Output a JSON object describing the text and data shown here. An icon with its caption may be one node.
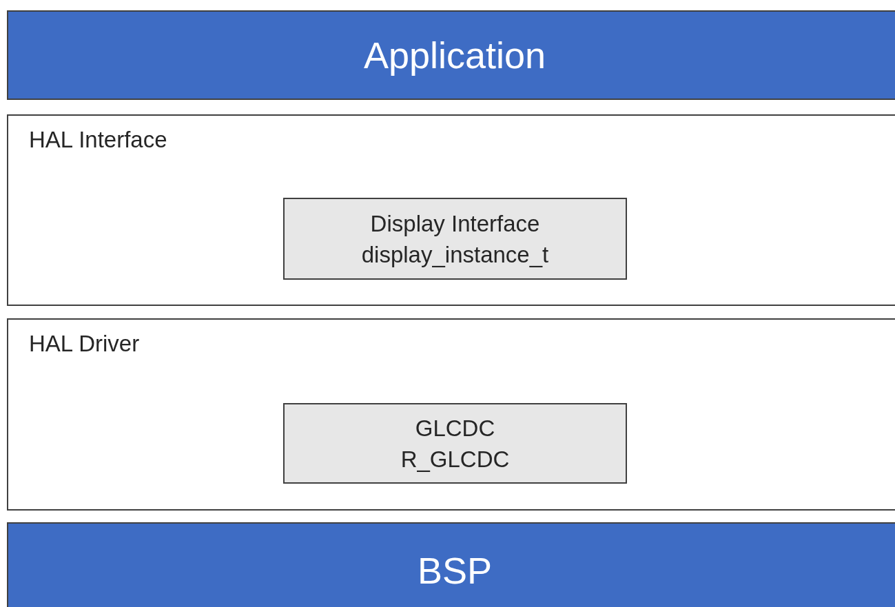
{
  "diagram": {
    "nodes": [
      {
        "text": [
          "Application"
        ]
      },
      {
        "text": [
          "HAL Interface"
        ]
      },
      {
        "text": [
          "Display Interface",
          "display_instance_t"
        ],
        "in": 1
      },
      {
        "text": [
          "HAL Driver"
        ]
      },
      {
        "text": [
          "GLCDC",
          "R_GLCDC"
        ],
        "in": 3
      },
      {
        "text": [
          "BSP"
        ]
      }
    ]
  }
}
